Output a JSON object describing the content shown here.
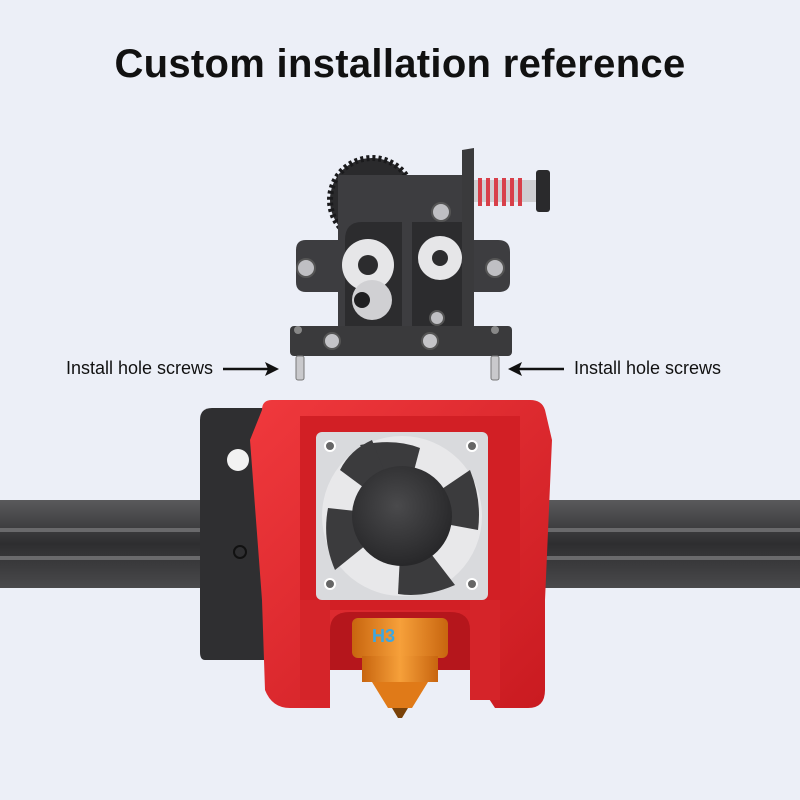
{
  "heading": {
    "title": "Custom installation reference"
  },
  "callouts": {
    "left_label": "Install hole screws",
    "right_label": "Install hole screws"
  },
  "colors": {
    "background": "#eceff7",
    "shroud_red": "#e8262b",
    "metal_dark": "#3a3a3c",
    "nozzle_orange": "#f0891e",
    "spring_red": "#d8404a"
  },
  "icons": {
    "left_arrow": "arrow-right-icon",
    "right_arrow": "arrow-left-icon"
  }
}
